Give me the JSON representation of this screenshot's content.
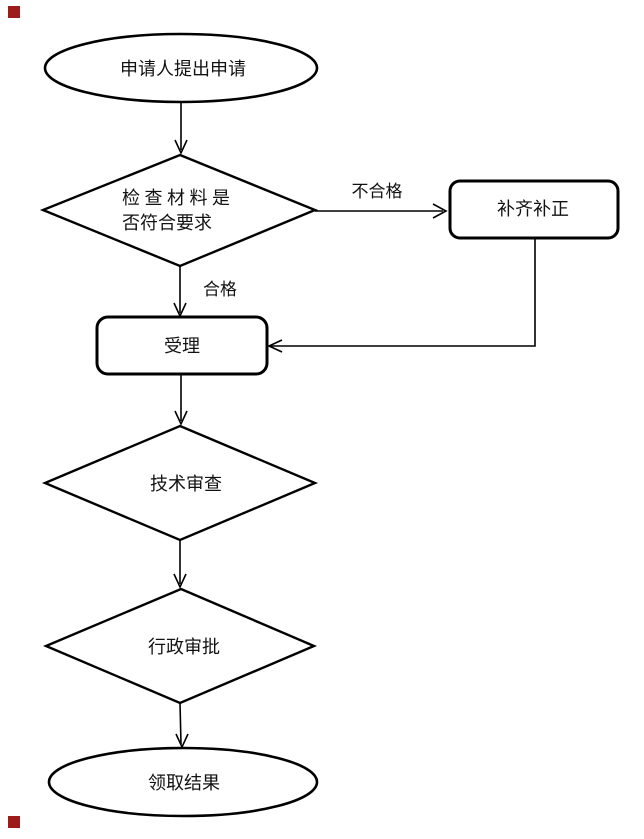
{
  "colors": {
    "background": "#ffffff",
    "stroke": "#000000",
    "corner_marker": "#9e1b1b"
  },
  "flowchart": {
    "nodes": {
      "start": {
        "shape": "ellipse",
        "label": "申请人提出申请"
      },
      "check": {
        "shape": "diamond",
        "label": "检查材料是否符合要求",
        "line1": "检 查 材 料 是",
        "line2": "否符合要求"
      },
      "supplement": {
        "shape": "rounded-rect",
        "label": "补齐补正"
      },
      "accept": {
        "shape": "rounded-rect",
        "label": "受理"
      },
      "technical_review": {
        "shape": "diamond",
        "label": "技术审查"
      },
      "administrative_approval": {
        "shape": "diamond",
        "label": "行政审批"
      },
      "end": {
        "shape": "ellipse",
        "label": "领取结果"
      }
    },
    "edge_labels": {
      "fail": "不合格",
      "pass": "合格"
    }
  }
}
